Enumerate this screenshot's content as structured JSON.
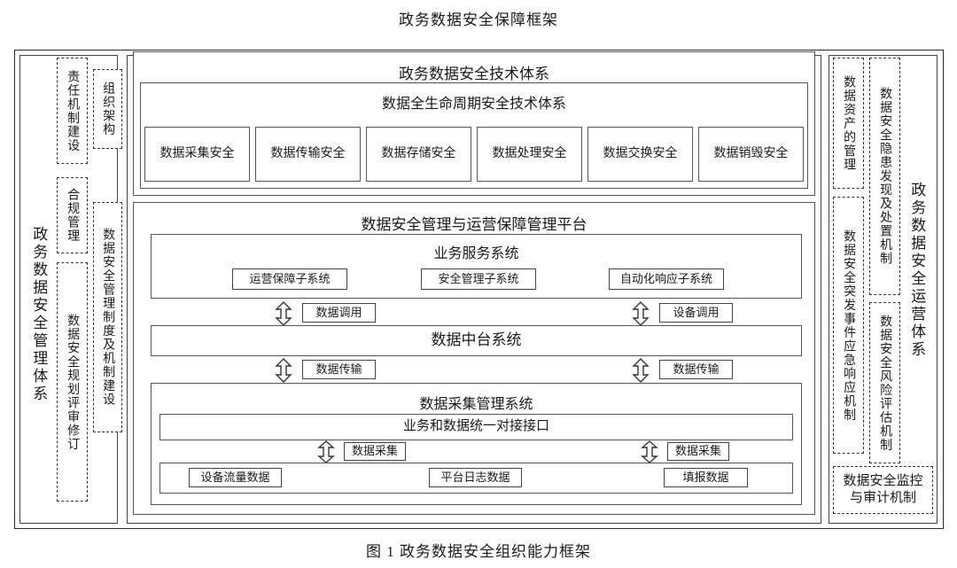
{
  "figure": {
    "title": "政务数据安全保障框架",
    "caption": "图 1  政务数据安全组织能力框架"
  },
  "left_system": {
    "label": "政务数据安全管理体系",
    "groups": [
      {
        "label": "责任机制建设"
      },
      {
        "label": "组织架构"
      },
      {
        "label": "合规管理"
      },
      {
        "label": "数据安全管理制度及机制建设"
      },
      {
        "label": "数据安全规划评审修订"
      }
    ]
  },
  "right_system": {
    "label": "政务数据安全运营体系",
    "groups": [
      {
        "label": "数据资产的管理"
      },
      {
        "label": "数据安全隐患发现及处置机制"
      },
      {
        "label": "数据安全突发事件应急响应机制"
      },
      {
        "label": "数据安全风险评估机制"
      },
      {
        "label": "数据安全监控与审计机制"
      }
    ]
  },
  "center": {
    "tech_system": {
      "title": "政务数据安全技术体系",
      "lifecycle": {
        "title": "数据全生命周期安全技术体系",
        "items": [
          "数据采集安全",
          "数据传输安全",
          "数据存储安全",
          "数据处理安全",
          "数据交换安全",
          "数据销毁安全"
        ]
      }
    },
    "platform": {
      "title": "数据安全管理与运营保障管理平台",
      "business_service": {
        "title": "业务服务系统",
        "subsystems": [
          "运营保障子系统",
          "安全管理子系统",
          "自动化响应子系统"
        ]
      },
      "connectors_top": [
        {
          "label": "数据调用"
        },
        {
          "label": "设备调用"
        }
      ],
      "data_middle_platform": {
        "title": "数据中台系统"
      },
      "connectors_middle": [
        {
          "label": "数据传输"
        },
        {
          "label": "数据传输"
        }
      ],
      "collection_system": {
        "title": "数据采集管理系统",
        "interface": "业务和数据统一对接接口",
        "connectors": [
          {
            "label": "数据采集"
          },
          {
            "label": "数据采集"
          }
        ],
        "sources": [
          "设备流量数据",
          "平台日志数据",
          "填报数据"
        ]
      }
    }
  }
}
